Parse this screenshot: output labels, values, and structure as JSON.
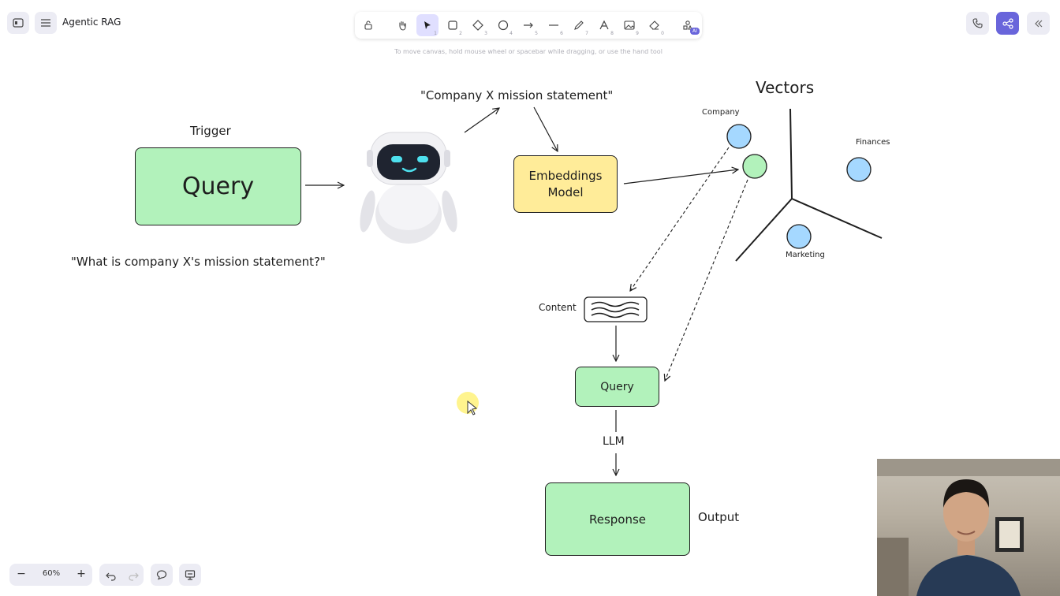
{
  "header": {
    "title": "Agentic RAG",
    "hint": "To move canvas, hold mouse wheel or spacebar while dragging, or use the hand tool",
    "ai_badge": "AI"
  },
  "toolbar": {
    "tools": [
      {
        "name": "lock-tool",
        "icon": "lock-icon",
        "key": ""
      },
      {
        "name": "hand-tool",
        "icon": "hand-icon",
        "key": ""
      },
      {
        "name": "selection-tool",
        "icon": "cursor-icon",
        "key": "1"
      },
      {
        "name": "rectangle-tool",
        "icon": "rectangle-icon",
        "key": "2"
      },
      {
        "name": "diamond-tool",
        "icon": "diamond-icon",
        "key": "3"
      },
      {
        "name": "ellipse-tool",
        "icon": "ellipse-icon",
        "key": "4"
      },
      {
        "name": "arrow-tool",
        "icon": "arrow-icon",
        "key": "5"
      },
      {
        "name": "line-tool",
        "icon": "line-icon",
        "key": "6"
      },
      {
        "name": "draw-tool",
        "icon": "pencil-icon",
        "key": "7"
      },
      {
        "name": "text-tool",
        "icon": "text-icon",
        "key": "8"
      },
      {
        "name": "image-tool",
        "icon": "image-icon",
        "key": "9"
      },
      {
        "name": "eraser-tool",
        "icon": "eraser-icon",
        "key": "0"
      }
    ]
  },
  "footer": {
    "zoom": "60%",
    "zoom_out": "−",
    "zoom_in": "+"
  },
  "canvas": {
    "trigger_label": "Trigger",
    "query_main": "Query",
    "question": "\"What is company X's mission statement?\"",
    "mission_quote": "\"Company X mission statement\"",
    "embeddings_line1": "Embeddings",
    "embeddings_line2": "Model",
    "vectors_title": "Vectors",
    "vector_labels": {
      "company": "Company",
      "finances": "Finances",
      "marketing": "Marketing"
    },
    "content_label": "Content",
    "query_small": "Query",
    "llm_label": "LLM",
    "response": "Response",
    "output_label": "Output"
  },
  "colors": {
    "green_fill": "#b2f2bb",
    "yellow_fill": "#ffec99",
    "blue_fill": "#a5d8ff",
    "accent": "#6965db"
  }
}
